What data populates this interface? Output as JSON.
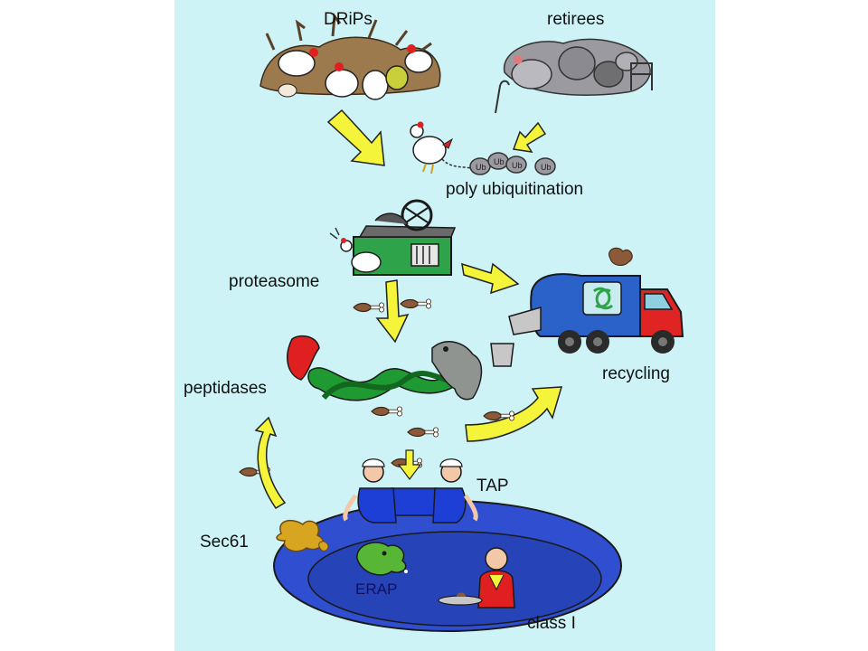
{
  "labels": {
    "drips": "DRiPs",
    "retirees": "retirees",
    "poly_ubiquitination": "poly ubiquitination",
    "proteasome": "proteasome",
    "recycling": "recycling",
    "peptidases": "peptidases",
    "tap": "TAP",
    "sec61": "Sec61",
    "erap": "ERAP",
    "class_i": "class I"
  },
  "ubiquitin_tag": "Ub",
  "colors": {
    "background": "#cdf3f6",
    "arrow": "#f4f43a",
    "er_outer": "#2f4fd0",
    "er_inner": "#2643b8",
    "proteasome": "#2fa34a",
    "peptidase_green": "#1f9a33",
    "peptidase_red": "#e02020",
    "truck_red": "#e02424",
    "truck_blue": "#2a62c9",
    "tap_blue": "#1e3fd6",
    "erap_green": "#57b636",
    "sec61": "#d8a520",
    "peptide_brown": "#8a5a3a"
  }
}
